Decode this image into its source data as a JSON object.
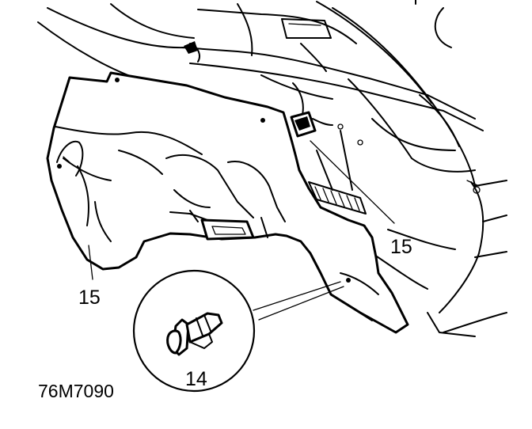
{
  "callouts": {
    "panel_right": "15",
    "panel_left": "15",
    "clip": "14"
  },
  "reference_code": "76M7090",
  "colors": {
    "line": "#000000",
    "background": "#ffffff"
  }
}
